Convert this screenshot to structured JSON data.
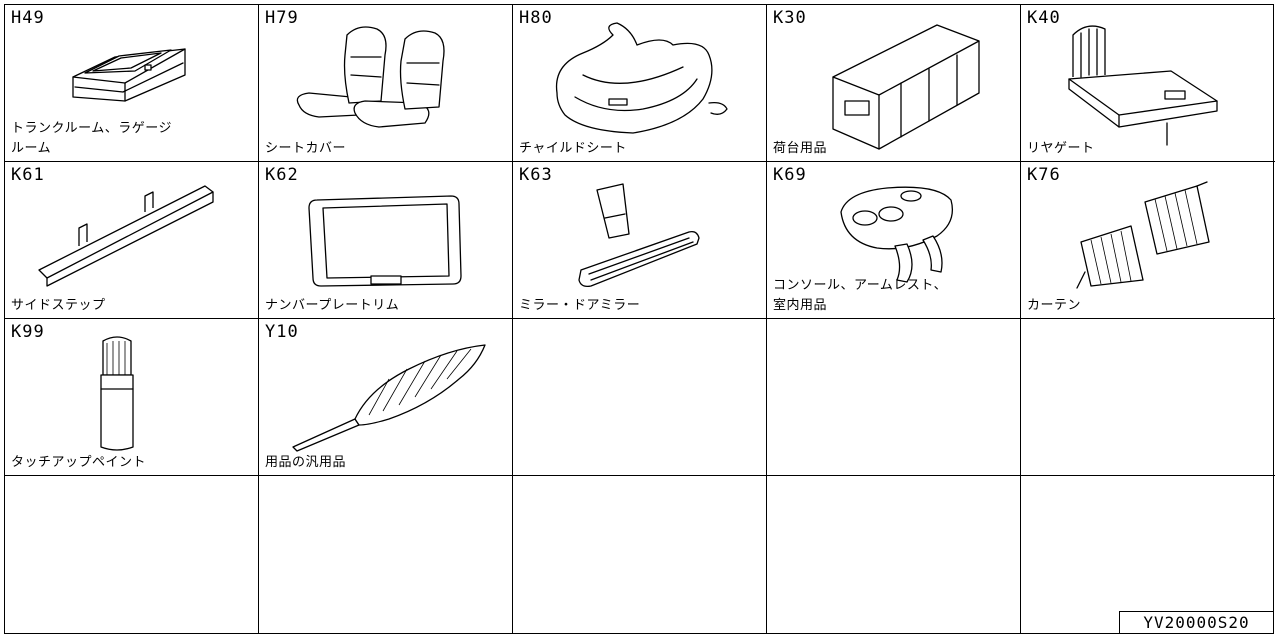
{
  "sheet_id": "YV20000S20",
  "cells": [
    {
      "code": "H49",
      "label": "トランクルーム、ラゲージ\nルーム",
      "icon": "trunk-box-icon"
    },
    {
      "code": "H79",
      "label": "シートカバー",
      "icon": "seat-cover-icon"
    },
    {
      "code": "H80",
      "label": "チャイルドシート",
      "icon": "child-seat-icon"
    },
    {
      "code": "K30",
      "label": "荷台用品",
      "icon": "cargo-cover-icon"
    },
    {
      "code": "K40",
      "label": "リヤゲート",
      "icon": "rear-gate-bed-icon"
    },
    {
      "code": "K61",
      "label": "サイドステップ",
      "icon": "side-step-icon"
    },
    {
      "code": "K62",
      "label": "ナンバープレートリム",
      "icon": "license-plate-rim-icon"
    },
    {
      "code": "K63",
      "label": "ミラー・ドアミラー",
      "icon": "mirror-icon"
    },
    {
      "code": "K69",
      "label": "コンソール、アームレスト、\n室内用品",
      "icon": "console-icon"
    },
    {
      "code": "K76",
      "label": "カーテン",
      "icon": "curtain-icon"
    },
    {
      "code": "K99",
      "label": "タッチアップペイント",
      "icon": "touch-up-paint-icon"
    },
    {
      "code": "Y10",
      "label": "用品の汎用品",
      "icon": "feather-duster-icon"
    }
  ]
}
